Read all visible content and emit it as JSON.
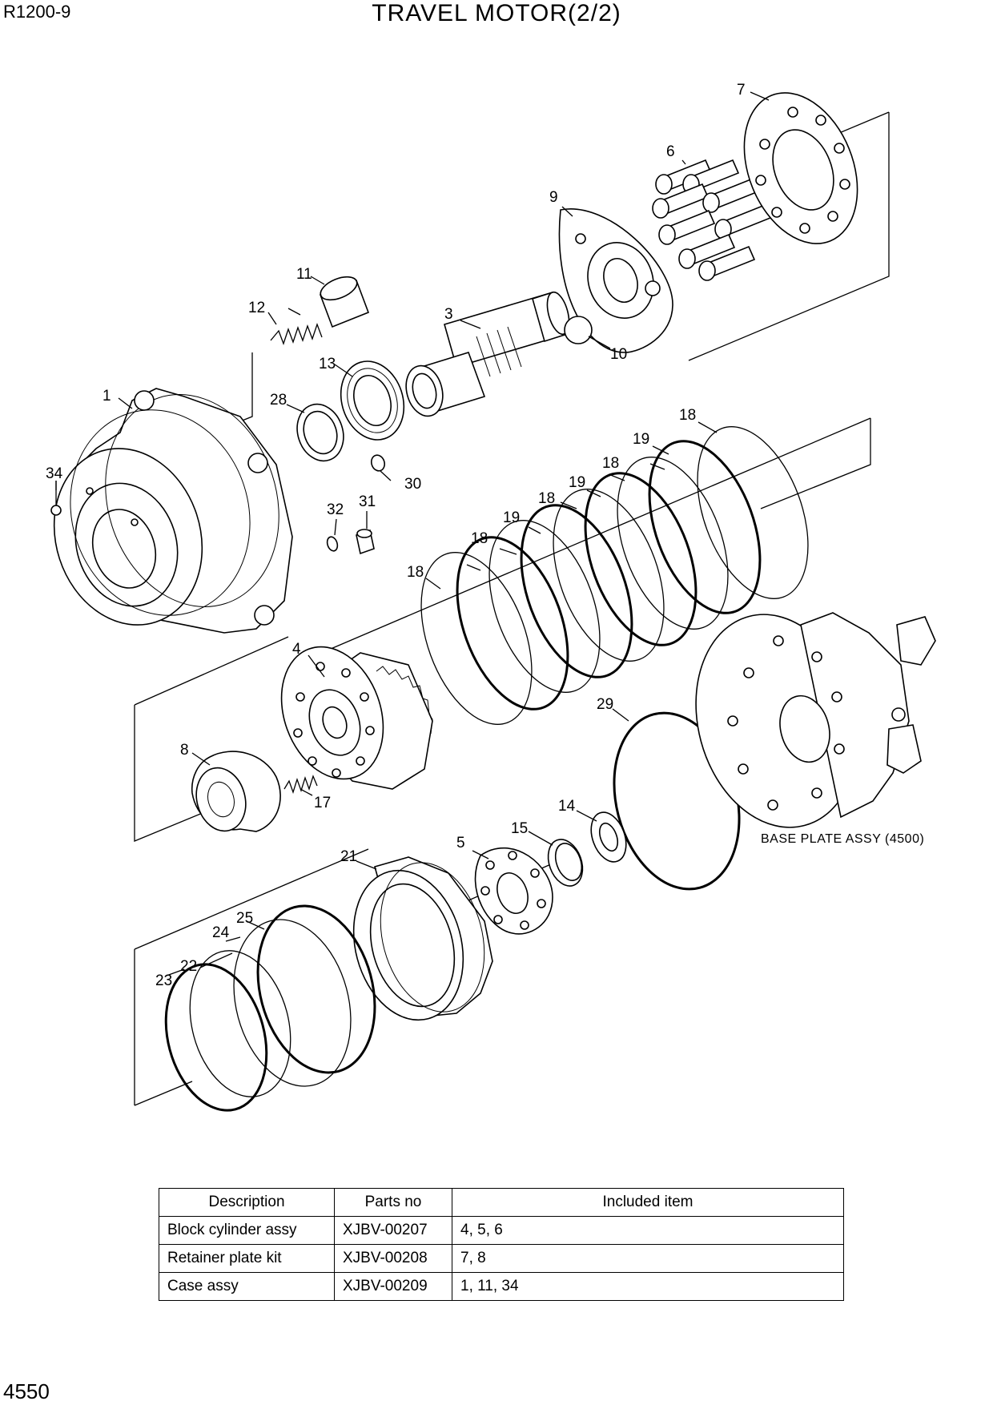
{
  "header": {
    "model": "R1200-9",
    "title": "TRAVEL MOTOR(2/2)"
  },
  "page_number": "4550",
  "callouts": [
    "1",
    "3",
    "4",
    "5",
    "6",
    "7",
    "8",
    "9",
    "10",
    "11",
    "12",
    "13",
    "14",
    "15",
    "17",
    "18",
    "18",
    "18",
    "18",
    "18",
    "19",
    "19",
    "19",
    "21",
    "22",
    "23",
    "24",
    "25",
    "28",
    "29",
    "30",
    "31",
    "32",
    "34"
  ],
  "note": "BASE PLATE ASSY (4500)",
  "kit_table": {
    "headers": [
      "Description",
      "Parts no",
      "Included item"
    ],
    "rows": [
      {
        "description": "Block cylinder assy",
        "parts_no": "XJBV-00207",
        "included": "4, 5, 6"
      },
      {
        "description": "Retainer plate kit",
        "parts_no": "XJBV-00208",
        "included": "7, 8"
      },
      {
        "description": "Case assy",
        "parts_no": "XJBV-00209",
        "included": "1, 11, 34"
      }
    ]
  }
}
